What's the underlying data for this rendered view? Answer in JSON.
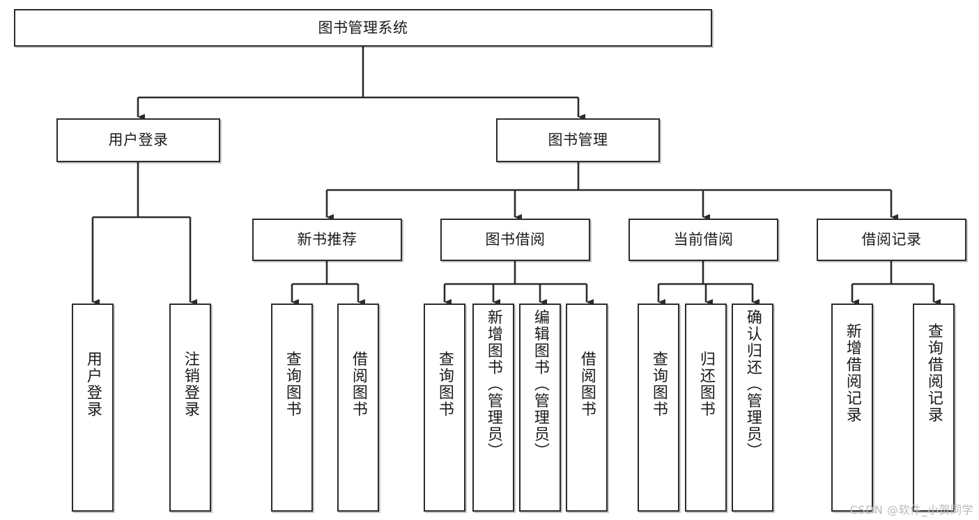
{
  "diagram": {
    "title": "图书管理系统",
    "type": "tree",
    "colors": {
      "box_border": "#2b2b2b",
      "box_fill": "#ffffff",
      "edge": "#2b2b2b",
      "text": "#1a1a1a",
      "watermark": "#b9b9b9"
    },
    "nodes": {
      "root": {
        "label": "图书管理系统"
      },
      "level2": [
        {
          "id": "user_login",
          "label": "用户登录"
        },
        {
          "id": "book_manage",
          "label": "图书管理"
        }
      ],
      "level3": [
        {
          "id": "new_book_rec",
          "label": "新书推荐"
        },
        {
          "id": "book_borrow",
          "label": "图书借阅"
        },
        {
          "id": "current_borrow",
          "label": "当前借阅"
        },
        {
          "id": "borrow_record",
          "label": "借阅记录"
        }
      ],
      "leaves": {
        "user_login": [
          {
            "id": "leaf_user_login",
            "label": "用户登录"
          },
          {
            "id": "leaf_user_logout",
            "label": "注销登录"
          }
        ],
        "new_book_rec": [
          {
            "id": "leaf_query_book_1",
            "label": "查询图书"
          },
          {
            "id": "leaf_borrow_book_1",
            "label": "借阅图书"
          }
        ],
        "book_borrow": [
          {
            "id": "leaf_query_book_2",
            "label": "查询图书"
          },
          {
            "id": "leaf_add_book",
            "label": "新增图书（管理员）"
          },
          {
            "id": "leaf_edit_book",
            "label": "编辑图书（管理员）"
          },
          {
            "id": "leaf_borrow_book_2",
            "label": "借阅图书"
          }
        ],
        "current_borrow": [
          {
            "id": "leaf_query_book_3",
            "label": "查询图书"
          },
          {
            "id": "leaf_return_book",
            "label": "归还图书"
          },
          {
            "id": "leaf_confirm_return",
            "label": "确认归还（管理员）"
          }
        ],
        "borrow_record": [
          {
            "id": "leaf_add_record",
            "label": "新增借阅记录"
          },
          {
            "id": "leaf_query_record",
            "label": "查询借阅记录"
          }
        ]
      }
    },
    "watermark": "CSDN @软件_小贺同学"
  }
}
